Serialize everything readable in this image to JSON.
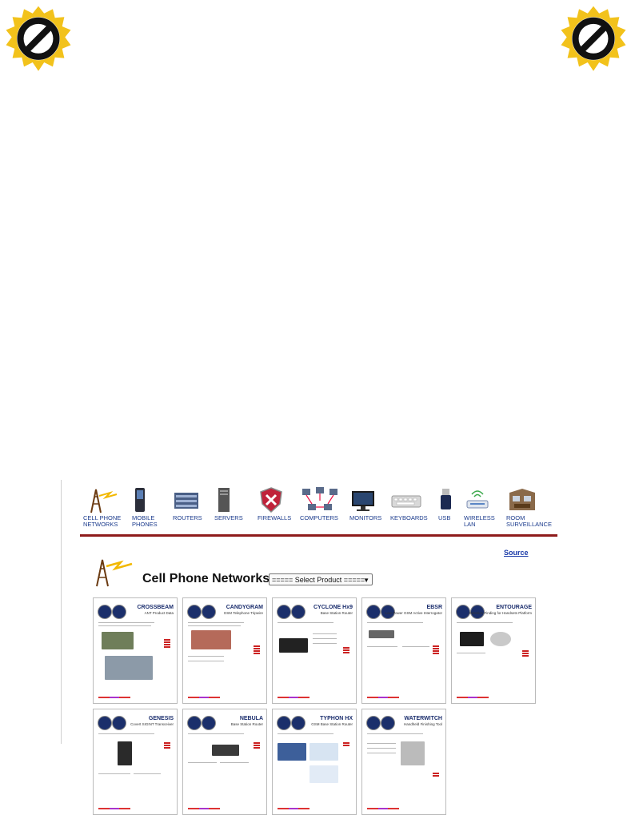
{
  "badges": {
    "left_icon": "no-symbol-icon",
    "right_icon": "no-symbol-icon",
    "color_ring": "#f2c21b",
    "color_symbol": "#111111"
  },
  "nav": {
    "items": [
      {
        "label": "CELL PHONE\nNETWORKS",
        "icon": "cell-tower-icon"
      },
      {
        "label": "MOBILE\nPHONES",
        "icon": "mobile-phone-icon"
      },
      {
        "label": "ROUTERS",
        "icon": "router-icon"
      },
      {
        "label": "SERVERS",
        "icon": "server-icon"
      },
      {
        "label": "FIREWALLS",
        "icon": "firewall-shield-icon"
      },
      {
        "label": "COMPUTERS",
        "icon": "computers-network-icon"
      },
      {
        "label": "MONITORS",
        "icon": "monitor-icon"
      },
      {
        "label": "KEYBOARDS",
        "icon": "keyboard-icon"
      },
      {
        "label": "USB",
        "icon": "usb-device-icon"
      },
      {
        "label": "WIRELESS\nLAN",
        "icon": "wireless-router-icon"
      },
      {
        "label": "ROOM\nSURVEILLANCE",
        "icon": "room-icon"
      }
    ]
  },
  "source_link": "Source",
  "page": {
    "title": "Cell Phone Networks",
    "select_value": "===== Select Product ====="
  },
  "products": [
    {
      "name": "CROSSBEAM",
      "subtitle": "ANT Product Data"
    },
    {
      "name": "CANDYGRAM",
      "subtitle": "GSM Telephone Tripwire"
    },
    {
      "name": "CYCLONE Hx9",
      "subtitle": "Base Station Router"
    },
    {
      "name": "EBSR",
      "subtitle": "Low Power GSM Active Interrogator"
    },
    {
      "name": "ENTOURAGE",
      "subtitle": "Direction Finding for Handsets Platform"
    },
    {
      "name": "GENESIS",
      "subtitle": "Covert SIGINT Transceiver"
    },
    {
      "name": "NEBULA",
      "subtitle": "Base Station Router"
    },
    {
      "name": "TYPHON HX",
      "subtitle": "GSM Base Station Router"
    },
    {
      "name": "WATERWITCH",
      "subtitle": "Handheld Finishing Tool"
    }
  ]
}
